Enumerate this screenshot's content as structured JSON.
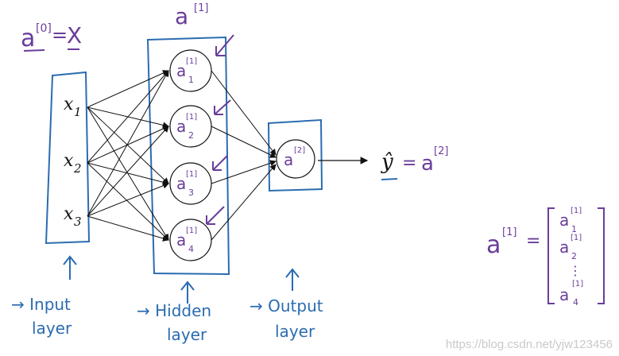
{
  "top_equation": {
    "lhs": "a",
    "sup": "[0]",
    "eq": "=",
    "rhs": "X"
  },
  "hidden_top_label": {
    "text": "a",
    "sup": "[1]"
  },
  "inputs": [
    {
      "base": "x",
      "sub": "1"
    },
    {
      "base": "x",
      "sub": "2"
    },
    {
      "base": "x",
      "sub": "3"
    }
  ],
  "hidden_nodes": [
    {
      "base": "a",
      "sup": "[1]",
      "sub": "1"
    },
    {
      "base": "a",
      "sup": "[1]",
      "sub": "2"
    },
    {
      "base": "a",
      "sup": "[1]",
      "sub": "3"
    },
    {
      "base": "a",
      "sup": "[1]",
      "sub": "4"
    }
  ],
  "output_node": {
    "base": "a",
    "sup": "[2]"
  },
  "output_equation": {
    "yhat": "ŷ",
    "eq": "=",
    "rhs": "a",
    "sup": "[2]"
  },
  "layer_labels": {
    "input": [
      "→ Input",
      "layer"
    ],
    "hidden": [
      "→ Hidden",
      "layer"
    ],
    "output": [
      "→ Output",
      "layer"
    ]
  },
  "vector": {
    "lhs": "a",
    "lhs_sup": "[1]",
    "eq": "=",
    "entries": [
      {
        "base": "a",
        "sup": "[1]",
        "sub": "1"
      },
      {
        "base": "a",
        "sup": "[1]",
        "sub": "2"
      },
      {
        "text": "⋮"
      },
      {
        "base": "a",
        "sup": "[1]",
        "sub": "4"
      }
    ]
  },
  "watermark": "https://blog.csdn.net/yjw123456",
  "colors": {
    "purple": "#6a3d9a",
    "blue": "#2b6cb0",
    "black": "#111111"
  }
}
